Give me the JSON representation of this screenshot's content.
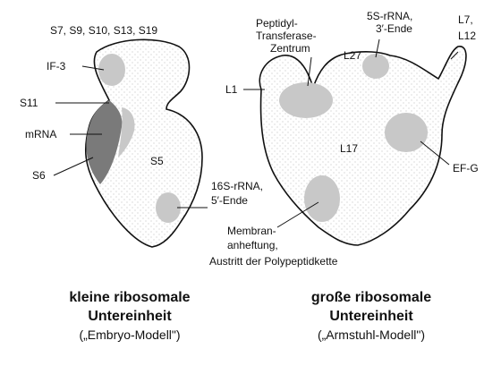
{
  "colors": {
    "body_fill": "#ffffff",
    "outline": "#111111",
    "site_light": "#c8c8c8",
    "site_dark": "#7a7a7a"
  },
  "small_subunit": {
    "labels": {
      "top_proteins": "S7, S9, S10, S13, S19",
      "if3": "IF-3",
      "s11": "S11",
      "mrna": "mRNA",
      "s6": "S6",
      "s5": "S5",
      "rrna_16s_line1": "16S-rRNA,",
      "rrna_16s_line2": "5′-Ende"
    },
    "caption": {
      "line1": "kleine ribosomale",
      "line2": "Untereinheit",
      "line3": "(„Embryo-Modell\")"
    }
  },
  "large_subunit": {
    "labels": {
      "ptz_line1": "Peptidyl-",
      "ptz_line2": "Transferase-",
      "ptz_line3": "Zentrum",
      "rrna_5s_line1": "5S-rRNA,",
      "rrna_5s_line2": "3′-Ende",
      "l7_line1": "L7,",
      "l7_line2": "L12",
      "l27": "L27",
      "l1": "L1",
      "l17": "L17",
      "efg": "EF-G",
      "membrane_line1": "Membran-",
      "membrane_line2": "anheftung,",
      "membrane_line3": "Austritt der Polypeptidkette"
    },
    "caption": {
      "line1": "große ribosomale",
      "line2": "Untereinheit",
      "line3": "(„Armstuhl-Modell\")"
    }
  }
}
